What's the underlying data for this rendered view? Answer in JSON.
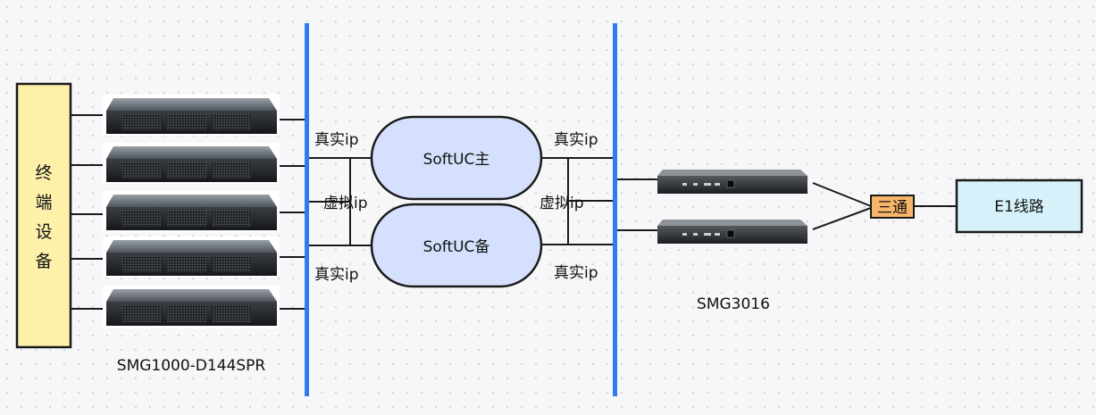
{
  "terminal": {
    "label_chars": [
      "终",
      "端",
      "设",
      "备"
    ]
  },
  "gateway_left": {
    "label": "SMG1000-D144SPR",
    "device_count": 5
  },
  "softuc_master": {
    "label": "SoftUC主"
  },
  "softuc_backup": {
    "label": "SoftUC备"
  },
  "ip_labels": {
    "real_ip": "真实ip",
    "virtual_ip": "虚拟ip"
  },
  "gateway_right": {
    "label": "SMG3016",
    "device_count": 2
  },
  "splitter": {
    "label": "三通"
  },
  "e1": {
    "label": "E1线路"
  },
  "colors": {
    "terminal_fill": "#fdf1a9",
    "softuc_fill": "#d5e1fc",
    "e1_fill": "#d6f1f9",
    "splitter_fill": "#f6b569",
    "bus": "#2f7bf0"
  }
}
